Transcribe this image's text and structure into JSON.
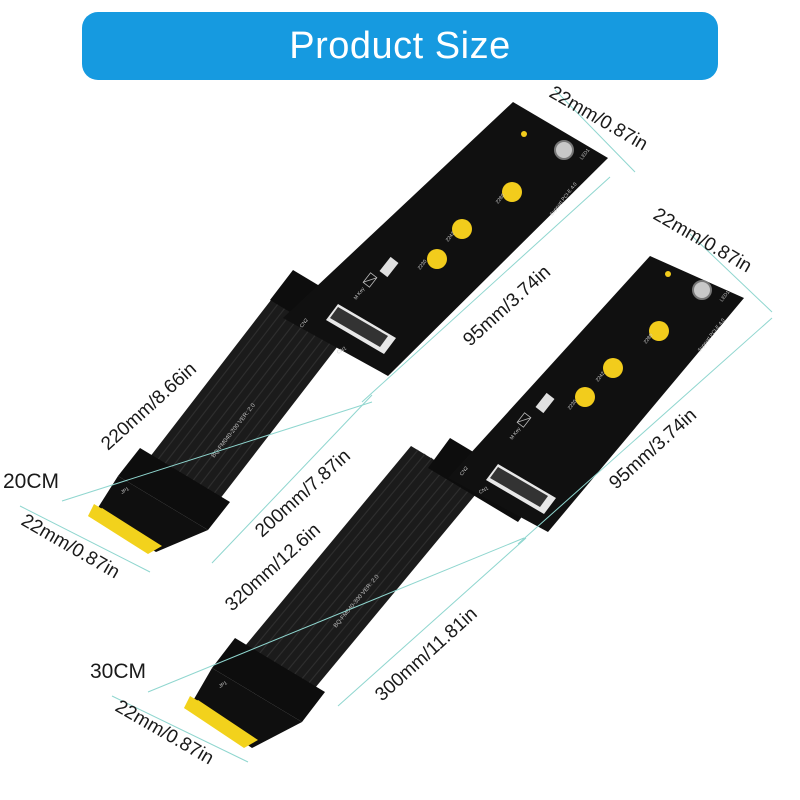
{
  "header": {
    "title": "Product Size",
    "color": "#169ae0"
  },
  "products": [
    {
      "length_label": "20CM",
      "model_text": "BQ-FM040-200   VER: 2.0",
      "board_text": "Support PCI-E 4.0",
      "slots": [
        "2280",
        "2242",
        "2230"
      ],
      "labels": {
        "cn1": "CN1",
        "cn2": "CN2",
        "jp1": "JP1",
        "led": "LED1",
        "key": "M Key"
      },
      "dims": {
        "board_width": "22mm/0.87in",
        "board_length": "95mm/3.74in",
        "total_length": "220mm/8.66in",
        "cable_length": "200mm/7.87in",
        "plug_width": "22mm/0.87in"
      }
    },
    {
      "length_label": "30CM",
      "model_text": "BQ-FM040-300   VER: 2.0",
      "board_text": "Support PCI-E 4.0",
      "slots": [
        "2280",
        "2242",
        "2230"
      ],
      "labels": {
        "cn1": "CN1",
        "cn2": "CN2",
        "jp1": "JP1",
        "led": "LED1",
        "key": "M Key"
      },
      "dims": {
        "board_width": "22mm/0.87in",
        "board_length": "95mm/3.74in",
        "total_length": "320mm/12.6in",
        "cable_length": "300mm/11.81in",
        "plug_width": "22mm/0.87in"
      }
    }
  ],
  "colors": {
    "pcb": "#111111",
    "gold": "#f2d21c",
    "cable": "#1c1c1c",
    "dimension_line": "#8fd6cf"
  }
}
